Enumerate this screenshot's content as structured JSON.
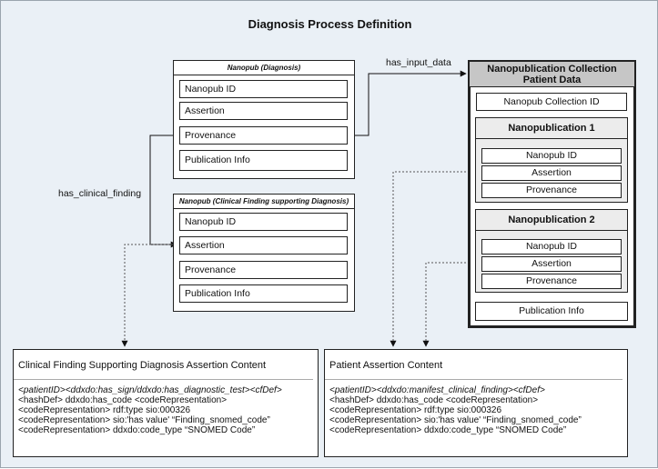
{
  "title": "Diagnosis Process Definition",
  "edges": {
    "has_input_data": "has_input_data",
    "has_clinical_finding": "has_clinical_finding"
  },
  "nanopub_diagnosis": {
    "header": "Nanopub (Diagnosis)",
    "fields": [
      "Nanopub ID",
      "Assertion",
      "Provenance",
      "Publication Info"
    ]
  },
  "nanopub_clinical": {
    "header": "Nanopub (Clinical Finding supporting Diagnosis)",
    "fields": [
      "Nanopub ID",
      "Assertion",
      "Provenance",
      "Publication Info"
    ]
  },
  "collection": {
    "title_line1": "Nanopublication Collection",
    "title_line2": "Patient Data",
    "collection_id": "Nanopub Collection ID",
    "nanopubs": [
      {
        "title": "Nanopublication 1",
        "fields": [
          "Nanopub ID",
          "Assertion",
          "Provenance"
        ]
      },
      {
        "title": "Nanopublication 2",
        "fields": [
          "Nanopub ID",
          "Assertion",
          "Provenance"
        ]
      }
    ],
    "publication_info": "Publication Info"
  },
  "clinical_content": {
    "title": "Clinical Finding Supporting Diagnosis Assertion Content",
    "line1": "<patientID><ddxdo:has_sign/ddxdo:has_diagnostic_test><cfDef>",
    "line2": "<hashDef> ddxdo:has_code <codeRepresentation>",
    "line3": "<codeRepresentation> rdf:type sio:000326",
    "line4": "<codeRepresentation> sio:'has value' “Finding_snomed_code”",
    "line5": "<codeRepresentation> ddxdo:code_type “SNOMED Code”"
  },
  "patient_content": {
    "title": "Patient Assertion Content",
    "line1": "<patientID><ddxdo:manifest_clinical_finding><cfDef>",
    "line2": "<hashDef> ddxdo:has_code <codeRepresentation>",
    "line3": "<codeRepresentation> rdf:type sio:000326",
    "line4": "<codeRepresentation> sio:'has value' “Finding_snomed_code”",
    "line5": "<codeRepresentation> ddxdo:code_type “SNOMED Code”"
  }
}
